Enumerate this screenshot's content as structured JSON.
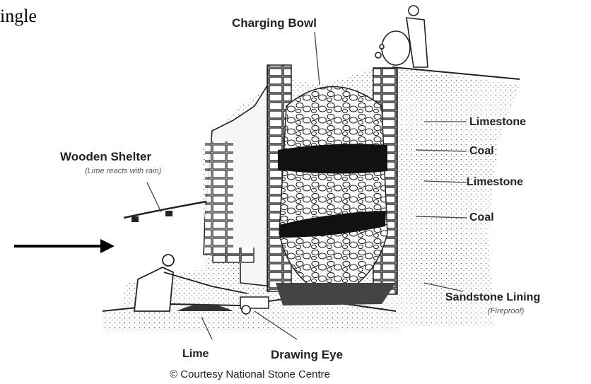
{
  "fragment_text": "ingle",
  "labels": {
    "charging_bowl": "Charging Bowl",
    "limestone_top": "Limestone",
    "coal_top": "Coal",
    "limestone_mid": "Limestone",
    "coal_bottom": "Coal",
    "wooden_shelter": "Wooden Shelter",
    "wooden_shelter_note": "(Lime reacts with rain)",
    "sandstone_lining": "Sandstone Lining",
    "sandstone_note": "(Fireproof)",
    "lime": "Lime",
    "drawing_eye": "Drawing Eye"
  },
  "credit": "© Courtesy National Stone Centre"
}
